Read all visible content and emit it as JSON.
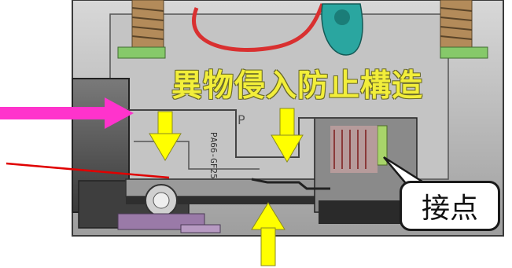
{
  "title": "異物侵入防止構造",
  "callout": {
    "label": "接点"
  },
  "part_mark": "PA66-GF25",
  "colors": {
    "title": "#f2ee3a",
    "arrow_yellow": "#ffff00",
    "arrow_magenta": "#ff33cc",
    "arrow_red": "#e00000",
    "wire_red": "#d93030",
    "housing": "#cfcfcf",
    "teal": "#2aa6a0",
    "green_parts": "#86c96a",
    "purple_parts": "#9a7aa8"
  },
  "icons": [
    "yellow-arrow-down",
    "yellow-arrow-up",
    "magenta-arrow-right",
    "red-pointer-line"
  ]
}
